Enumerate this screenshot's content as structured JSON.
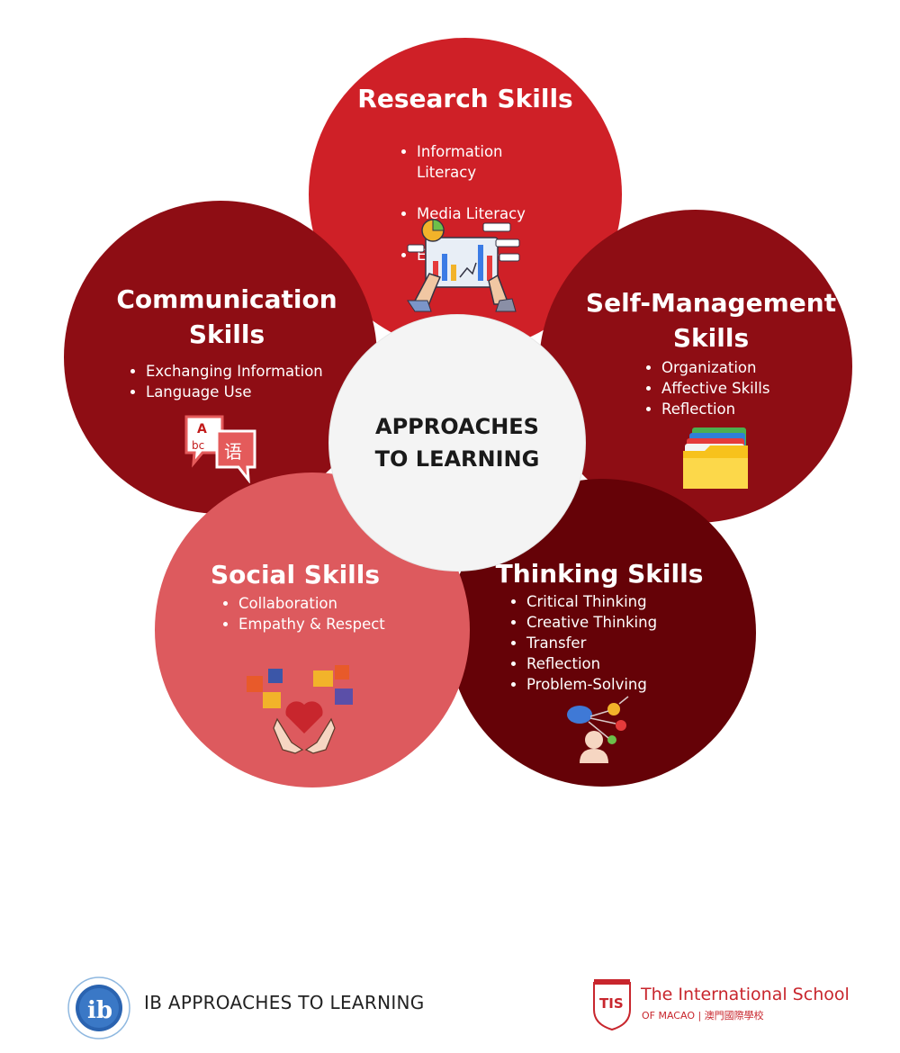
{
  "diagram": {
    "center_title": "APPROACHES\nTO LEARNING",
    "petals": {
      "research": {
        "title": "Research Skills",
        "items": [
          "Information\nLiteracy",
          "Media Literacy",
          "Ethical Use"
        ],
        "icon": "data-analysis-illustration"
      },
      "communication": {
        "title": "Communication\nSkills",
        "items": [
          "Exchanging Information",
          "Language Use"
        ],
        "icon": "translation-speech-bubbles-icon"
      },
      "self_management": {
        "title": "Self-Management\nSkills",
        "items": [
          "Organization",
          "Affective Skills",
          "Reflection"
        ],
        "icon": "folder-icon"
      },
      "social": {
        "title": "Social Skills",
        "items": [
          "Collaboration",
          "Empathy & Respect"
        ],
        "icon": "heart-puzzle-icon"
      },
      "thinking": {
        "title": "Thinking Skills",
        "items": [
          "Critical Thinking",
          "Creative Thinking",
          "Transfer",
          "Reflection",
          "Problem-Solving"
        ],
        "icon": "thinking-person-icon"
      }
    }
  },
  "footer": {
    "left_title": "IB APPROACHES TO LEARNING",
    "school_name": "The International School",
    "school_sub": "OF MACAO | 澳門國際學校"
  },
  "colors": {
    "research": "#cf2027",
    "communication": "#8e0d14",
    "self_management": "#8e0d14",
    "social": "#dd5a5e",
    "thinking": "#650207",
    "center": "#f4f4f4",
    "school_red": "#c8262d"
  }
}
